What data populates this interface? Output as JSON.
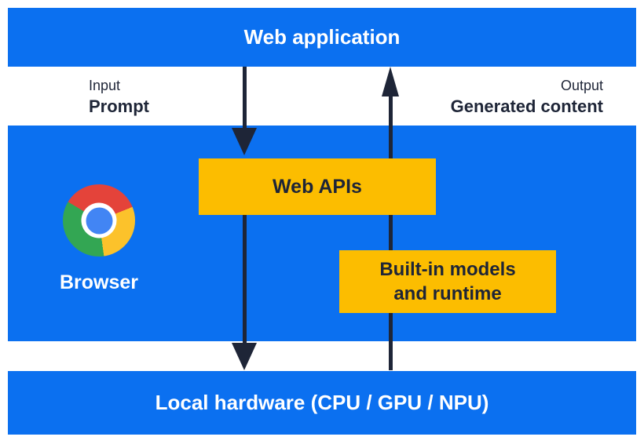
{
  "colors": {
    "blue": "#0b70f0",
    "yellow": "#fcbd00",
    "navy": "#1e2537",
    "white": "#ffffff",
    "chrome_red": "#e4433a",
    "chrome_yellow": "#fcc22b",
    "chrome_green": "#33a653",
    "chrome_blue": "#4285f4"
  },
  "bars": {
    "web_application": "Web application",
    "local_hardware": "Local hardware (CPU / GPU / NPU)"
  },
  "flow_labels": {
    "input_title": "Input",
    "input_value": "Prompt",
    "output_title": "Output",
    "output_value": "Generated content"
  },
  "boxes": {
    "web_apis": "Web APIs",
    "builtin": {
      "lines": [
        "Built-in models",
        "and runtime"
      ]
    }
  },
  "browser": {
    "label": "Browser",
    "logo_icon": "chrome-logo-icon"
  },
  "arrows": {
    "down": "prompt-flow-down",
    "up": "generated-content-flow-up"
  }
}
